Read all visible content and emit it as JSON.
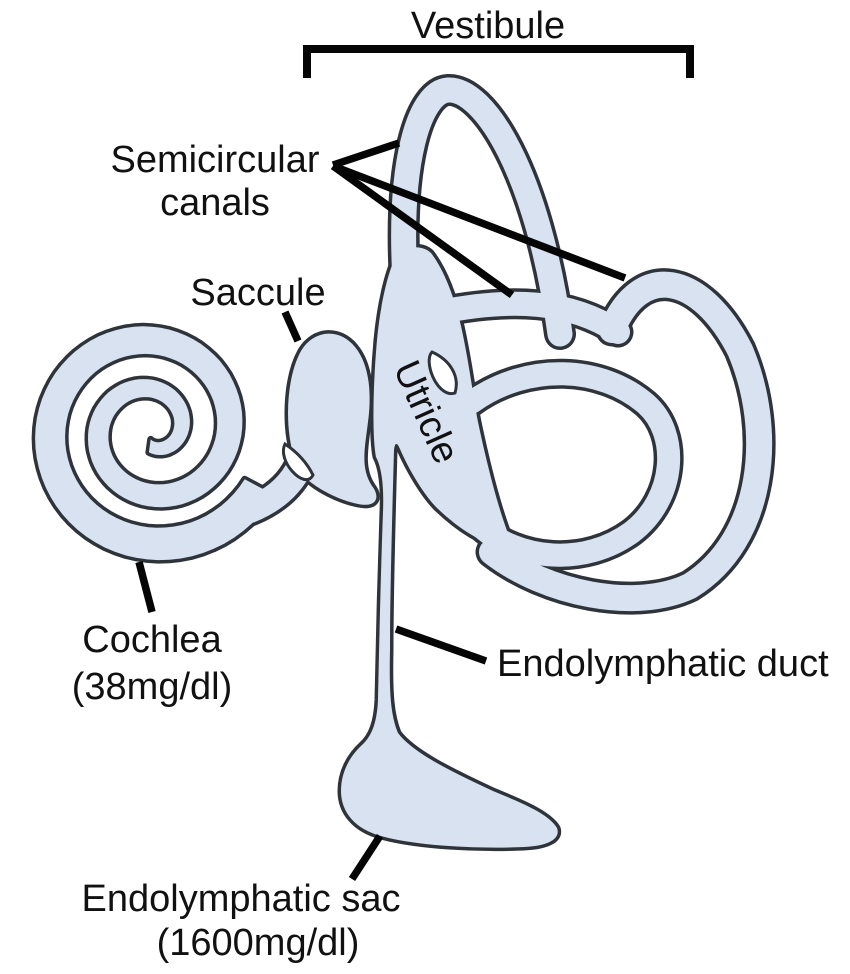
{
  "diagram": {
    "labels": {
      "vestibule": "Vestibule",
      "semicircular_line1": "Semicircular",
      "semicircular_line2": "canals",
      "saccule": "Saccule",
      "utricle": "Utricle",
      "cochlea_line1": "Cochlea",
      "cochlea_line2": "(38mg/dl)",
      "endolymphatic_duct": "Endolymphatic duct",
      "endolymphatic_sac_line1": "Endolymphatic sac",
      "endolymphatic_sac_line2": "(1600mg/dl)"
    },
    "colors": {
      "shape_fill": "#d9e2f1",
      "shape_outline": "#2f343b",
      "label_text": "#111111",
      "leader_line": "#050505",
      "background": "#ffffff"
    }
  }
}
